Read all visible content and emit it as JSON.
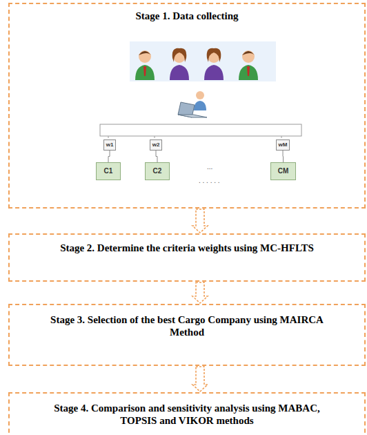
{
  "diagram": {
    "nodes": [
      {
        "text": [
          "Stage 1. Data collecting"
        ]
      },
      {
        "text": [
          "w1"
        ],
        "in": 0
      },
      {
        "text": [
          "w2"
        ],
        "in": 0
      },
      {
        "text": [
          "wM"
        ],
        "in": 0
      },
      {
        "text": [
          "C1"
        ],
        "in": 0
      },
      {
        "text": [
          "C2"
        ],
        "in": 0
      },
      {
        "text": [
          "CM"
        ],
        "in": 0
      },
      {
        "text": [
          "Stage 2. Determine the criteria weights using MC-HFLTS"
        ]
      },
      {
        "text": [
          "Stage 3. Selection of the best Cargo Company using MAIRCA Method"
        ]
      },
      {
        "text": [
          "Stage 4. Comparison and sensitivity analysis using MABAC, TOPSIS and VIKOR methods"
        ]
      }
    ],
    "edges": [
      {
        "from": 0,
        "to": 7,
        "arrow": "to"
      },
      {
        "from": 7,
        "to": 8,
        "arrow": "to"
      },
      {
        "from": 8,
        "to": 9,
        "arrow": "to"
      },
      {
        "from": 1,
        "to": 4,
        "arrow": "none"
      },
      {
        "from": 2,
        "to": 5,
        "arrow": "none"
      },
      {
        "from": 3,
        "to": 6,
        "arrow": "none"
      }
    ],
    "labels": [
      "...",
      ". . . . . ."
    ]
  }
}
